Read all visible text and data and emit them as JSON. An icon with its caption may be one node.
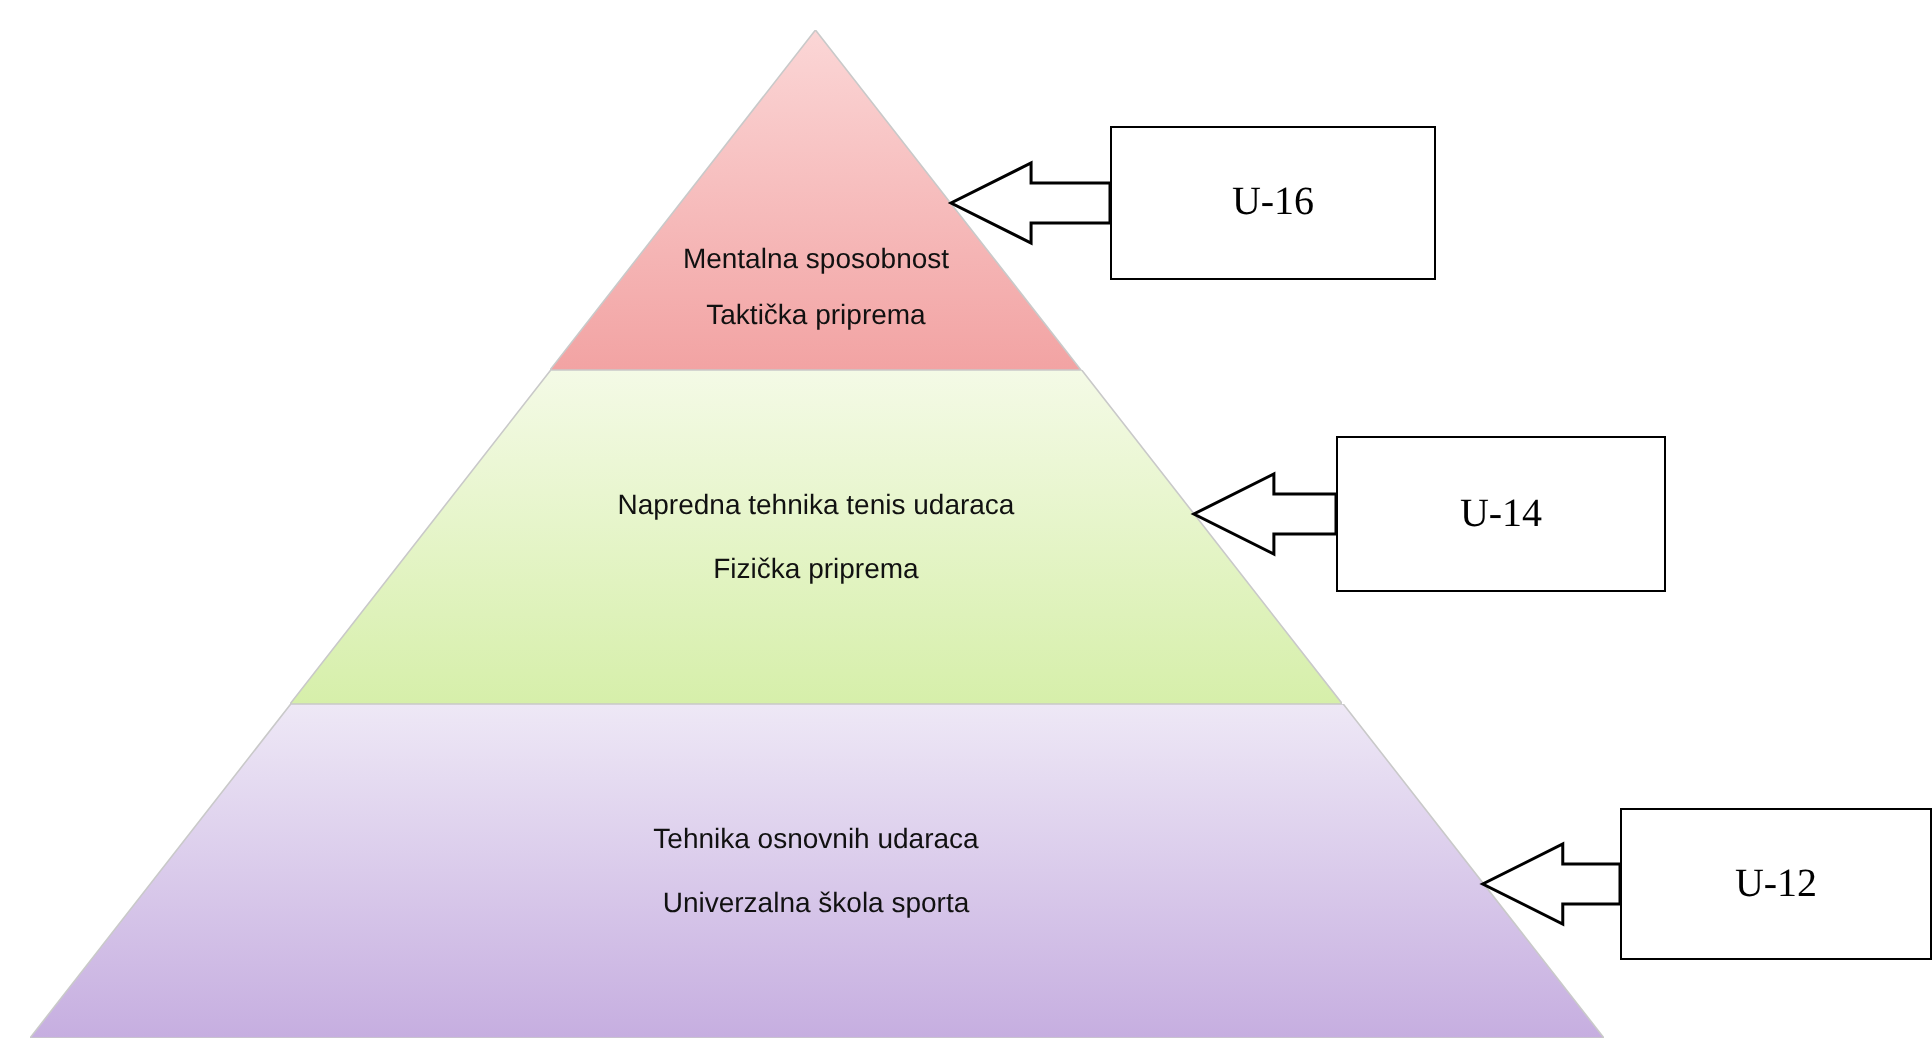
{
  "diagram": {
    "nodes": [
      {
        "text": [
          "Mentalna sposobnost",
          "Taktička priprema"
        ]
      },
      {
        "text": [
          "Napredna tehnika tenis udaraca",
          "Fizička priprema"
        ]
      },
      {
        "text": [
          "Tehnika osnovnih udaraca",
          "Univerzalna škola sporta"
        ]
      },
      {
        "text": [
          "U-16"
        ]
      },
      {
        "text": [
          "U-14"
        ]
      },
      {
        "text": [
          "U-12"
        ]
      }
    ],
    "edges": [
      {
        "from": 3,
        "to": 0,
        "arrow": "to"
      },
      {
        "from": 4,
        "to": 1,
        "arrow": "to"
      },
      {
        "from": 5,
        "to": 2,
        "arrow": "to"
      }
    ]
  }
}
